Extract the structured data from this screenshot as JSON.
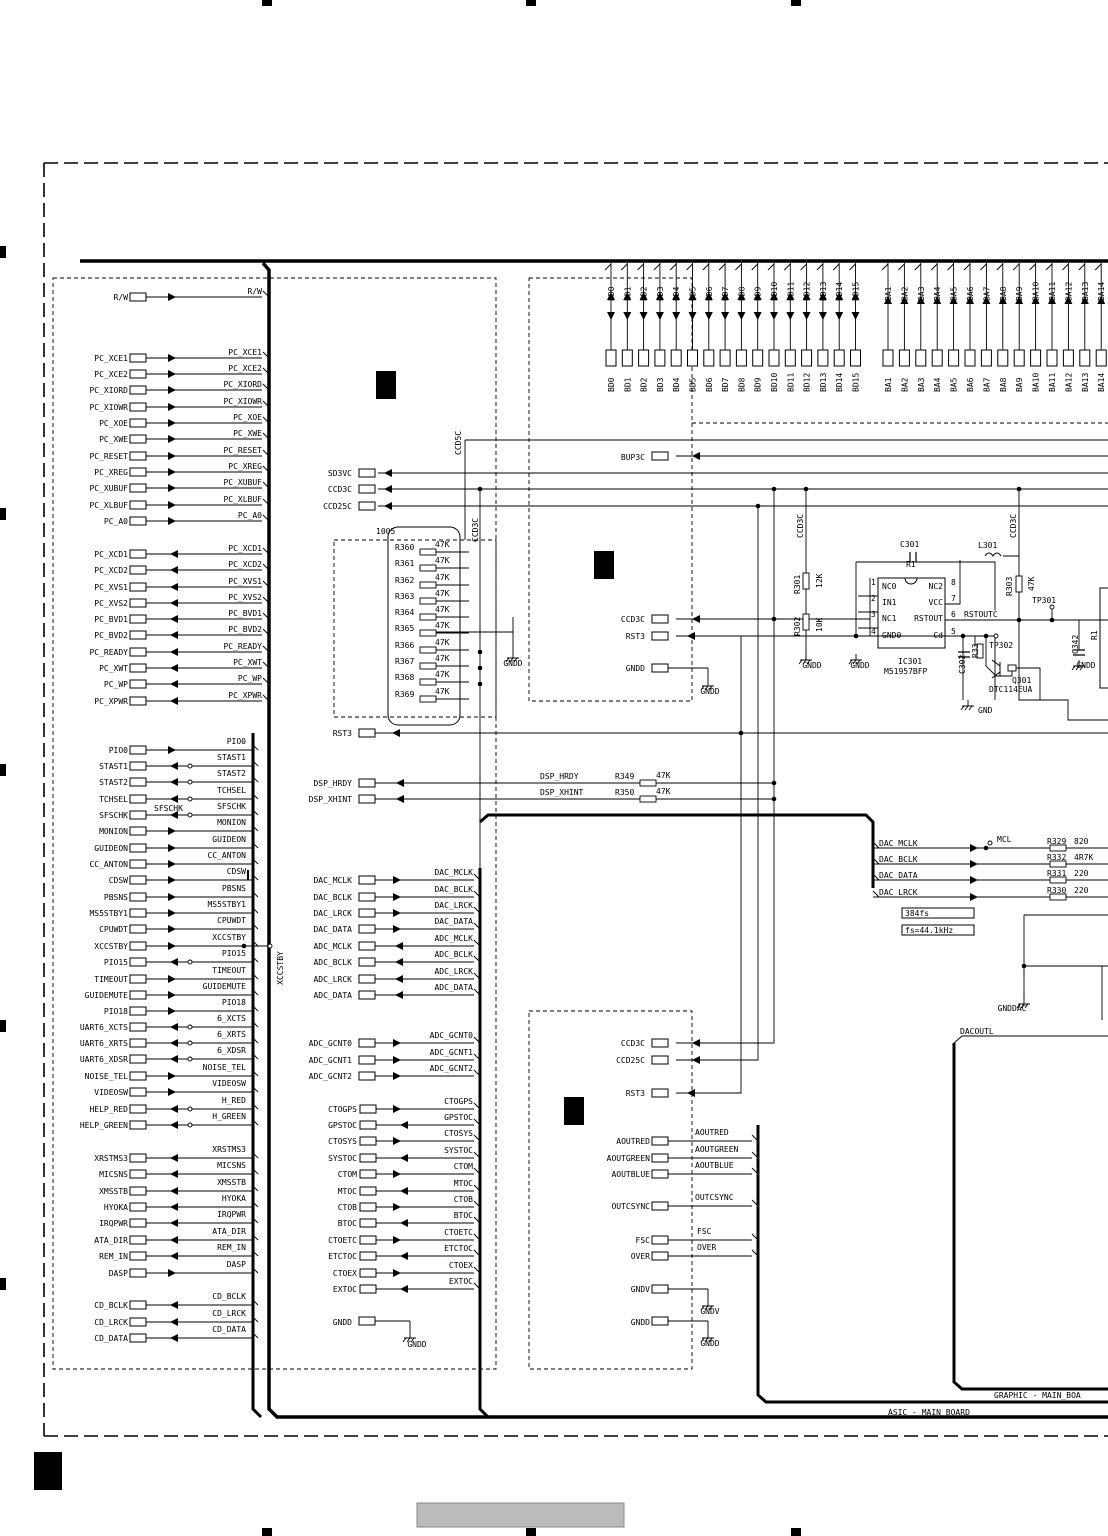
{
  "left_connectors": {
    "group1": [
      "R/W",
      "PC_XCE1",
      "PC_XCE2",
      "PC_XIORD",
      "PC_XIOWR",
      "PC_XOE",
      "PC_XWE",
      "PC_RESET",
      "PC_XREG",
      "PC_XUBUF",
      "PC_XLBUF",
      "PC_A0"
    ],
    "group1_bus": [
      "R/W",
      "PC_XCE1",
      "PC_XCE2",
      "PC_XIORD",
      "PC_XIOWR",
      "PC_XOE",
      "PC_XWE",
      "PC_RESET",
      "PC_XREG",
      "PC_XUBUF",
      "PC_XLBUF",
      "PC_A0"
    ],
    "group2": [
      "PC_XCD1",
      "PC_XCD2",
      "PC_XVS1",
      "PC_XVS2",
      "PC_BVD1",
      "PC_BVD2",
      "PC_READY",
      "PC_XWT",
      "PC_WP",
      "PC_XPWR"
    ],
    "group2_bus": [
      "PC_XCD1",
      "PC_XCD2",
      "PC_XVS1",
      "PC_XVS2",
      "PC_BVD1",
      "PC_BVD2",
      "PC_READY",
      "PC_XWT",
      "PC_WP",
      "PC_XPWR"
    ],
    "group3": [
      "PIO0",
      "STAST1",
      "STAST2",
      "TCHSEL",
      "SFSCHK",
      "MONION",
      "GUIDEON",
      "CC_ANTON",
      "CDSW",
      "PBSNS",
      "MS5STBY1",
      "CPUWDT",
      "XCCSTBY",
      "PIO15",
      "TIMEOUT",
      "GUIDEMUTE",
      "PIO18",
      "UART6_XCTS",
      "UART6_XRTS",
      "UART6_XDSR",
      "NOISE_TEL",
      "VIDEOSW",
      "HELP_RED",
      "HELP_GREEN"
    ],
    "group3_bus": [
      "PIO0",
      "STAST1",
      "STAST2",
      "TCHSEL",
      "SFSCHK",
      "MONION",
      "GUIDEON",
      "CC_ANTON",
      "CDSW",
      "PBSNS",
      "MS5STBY1",
      "CPUWDT",
      "XCCSTBY",
      "PIO15",
      "TIMEOUT",
      "GUIDEMUTE",
      "PIO18",
      "6_XCTS",
      "6_XRTS",
      "6_XDSR",
      "NOISE_TEL",
      "VIDEOSW",
      "H_RED",
      "H_GREEN"
    ],
    "group4": [
      "XRSTMS3",
      "MICSNS",
      "XMSSTB",
      "HYOKA",
      "IRQPWR",
      "ATA_DIR",
      "REM_IN",
      "DASP"
    ],
    "group4_bus": [
      "XRSTMS3",
      "MICSNS",
      "XMSSTB",
      "HYOKA",
      "IRQPWR",
      "ATA_DIR",
      "REM_IN",
      "DASP"
    ],
    "group5": [
      "CD_BCLK",
      "CD_LRCK",
      "CD_DATA"
    ],
    "group5_bus": [
      "CD_BCLK",
      "CD_LRCK",
      "CD_DATA"
    ],
    "sfschk_extra": "SFSCHK",
    "xccstby_vertical": "XCCSTBY"
  },
  "mid_connectors": {
    "power": [
      "SD3VC",
      "CCD3C",
      "CCD25C"
    ],
    "ccd5c": "CCD5C",
    "ccd3c_v": "CCD3C",
    "rst3": "RST3",
    "dsp": [
      "DSP_HRDY",
      "DSP_XHINT"
    ],
    "dsp_wire": [
      "DSP_HRDY",
      "DSP_XHINT"
    ],
    "dac": [
      "DAC_MCLK",
      "DAC_BCLK",
      "DAC_LRCK",
      "DAC_DATA",
      "ADC_MCLK",
      "ADC_BCLK",
      "ADC_LRCK",
      "ADC_DATA"
    ],
    "gcnt": [
      "ADC_GCNT0",
      "ADC_GCNT1",
      "ADC_GCNT2"
    ],
    "cto_left": [
      "CTOGPS",
      "GPSTOC",
      "CTOSYS",
      "SYSTOC",
      "CTOM",
      "MTOC",
      "CTOB",
      "BTOC",
      "CTOETC",
      "ETCTOC",
      "CTOEX",
      "EXTOC"
    ],
    "gndd": "GNDD"
  },
  "resistors": {
    "array_label": "1005",
    "names": [
      "R360",
      "R361",
      "R362",
      "R363",
      "R364",
      "R365",
      "R366",
      "R367",
      "R368",
      "R369"
    ],
    "value": "47K",
    "gnd": "GNDD",
    "r349": "R349",
    "r350": "R350"
  },
  "bus": {
    "bd": [
      "BD0",
      "BD1",
      "BD2",
      "BD3",
      "BD4",
      "BD5",
      "BD6",
      "BD7",
      "BD8",
      "BD9",
      "BD10",
      "BD11",
      "BD12",
      "BD13",
      "BD14",
      "BD15"
    ],
    "ba": [
      "BA1",
      "BA2",
      "BA3",
      "BA4",
      "BA5",
      "BA6",
      "BA7",
      "BA8",
      "BA9",
      "BA10",
      "BA11",
      "BA12",
      "BA13",
      "BA14"
    ]
  },
  "right_upper": {
    "bup3c": "BUP3C",
    "ccd3c": "CCD3C",
    "rst3": "RST3",
    "gndd": "GNDD",
    "c301": "C301",
    "r1": "R1",
    "l301": "L301",
    "ccd3c_v1": "CCD3C",
    "ccd3c_v2": "CCD3C",
    "r301": "R301",
    "r301v": "12K",
    "r302": "R302",
    "r302v": "10K",
    "r303": "R303",
    "r303v": "47K",
    "tp301": "TP301",
    "tp302": "TP302",
    "rstoutc": "RSTOUTC",
    "ic_pins_left": [
      "NC0",
      "IN1",
      "NC1",
      "GND0"
    ],
    "ic_pins_right": [
      "NC2",
      "VCC",
      "RSTOUT",
      "Cd"
    ],
    "ic_nums_left": [
      "1",
      "2",
      "3",
      "4"
    ],
    "ic_nums_right": [
      "8",
      "7",
      "6",
      "5"
    ],
    "ic_name": "IC301",
    "ic_part": "M51957BFP",
    "c302": "C302",
    "r33": "R33",
    "q301": "Q301",
    "q301part": "DTC114EUA",
    "c342": "C342",
    "r1b": "R1",
    "gnd": "GND"
  },
  "audio": {
    "nets": [
      "DAC_MCLK",
      "DAC_BCLK",
      "DAC_DATA",
      "DAC_LRCK"
    ],
    "mcl": "MCL",
    "resistors": [
      "R329",
      "R332",
      "R331",
      "R330"
    ],
    "values": [
      "820",
      "4R7K",
      "220",
      "220"
    ],
    "fs384": "384fs",
    "fs": "fs=44.1kHz",
    "gnddac": "GNDDAC",
    "dacoutl": "DACOUTL"
  },
  "lower_block": {
    "ccd": [
      "CCD3C",
      "CCD25C"
    ],
    "rst3": "RST3",
    "aout": [
      "AOUTRED",
      "AOUTGREEN",
      "AOUTBLUE"
    ],
    "outcsync": "OUTCSYNC",
    "fsc": [
      "FSC",
      "OVER"
    ],
    "gndv": "GNDV",
    "gndd": "GNDD"
  },
  "boards": {
    "graphic": "GRAPHIC - MAIN_BOA",
    "asic": "ASIC - MAIN_BOARD"
  }
}
